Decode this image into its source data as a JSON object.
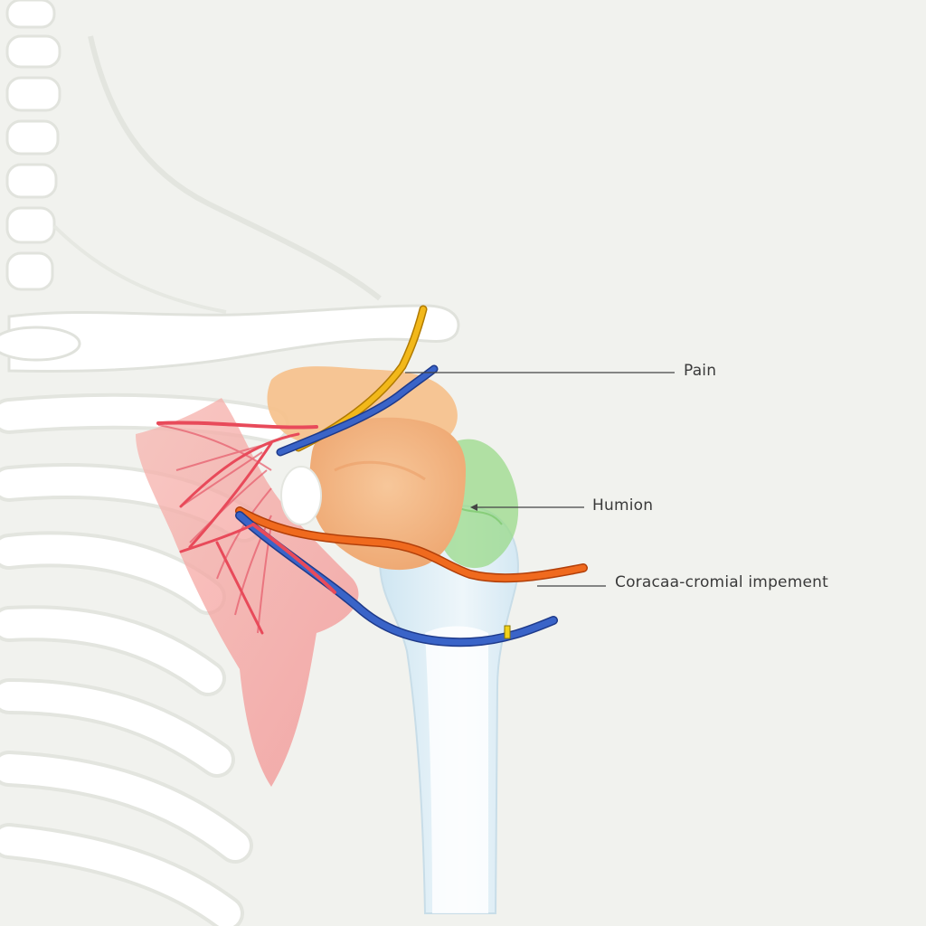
{
  "labels": {
    "pain": "Pain",
    "humion": "Humion",
    "impingement": "Coracaa-cromial impement"
  },
  "colors": {
    "background": "#f1f2ee",
    "skeleton": "#ffffff",
    "skeleton_outline": "#e0e2dc",
    "acromion": "#f6c089",
    "humeral_head": "#f3b57f",
    "green_region": "#8fd37a",
    "humerus": "#d9ecf5",
    "muscle": "#f4a4a0",
    "nerve_yellow": "#f2b81a",
    "nerve_blue": "#3a64c8",
    "nerve_orange": "#f06a1e",
    "nerve_red": "#e84a5a",
    "leader_line": "#444444"
  }
}
